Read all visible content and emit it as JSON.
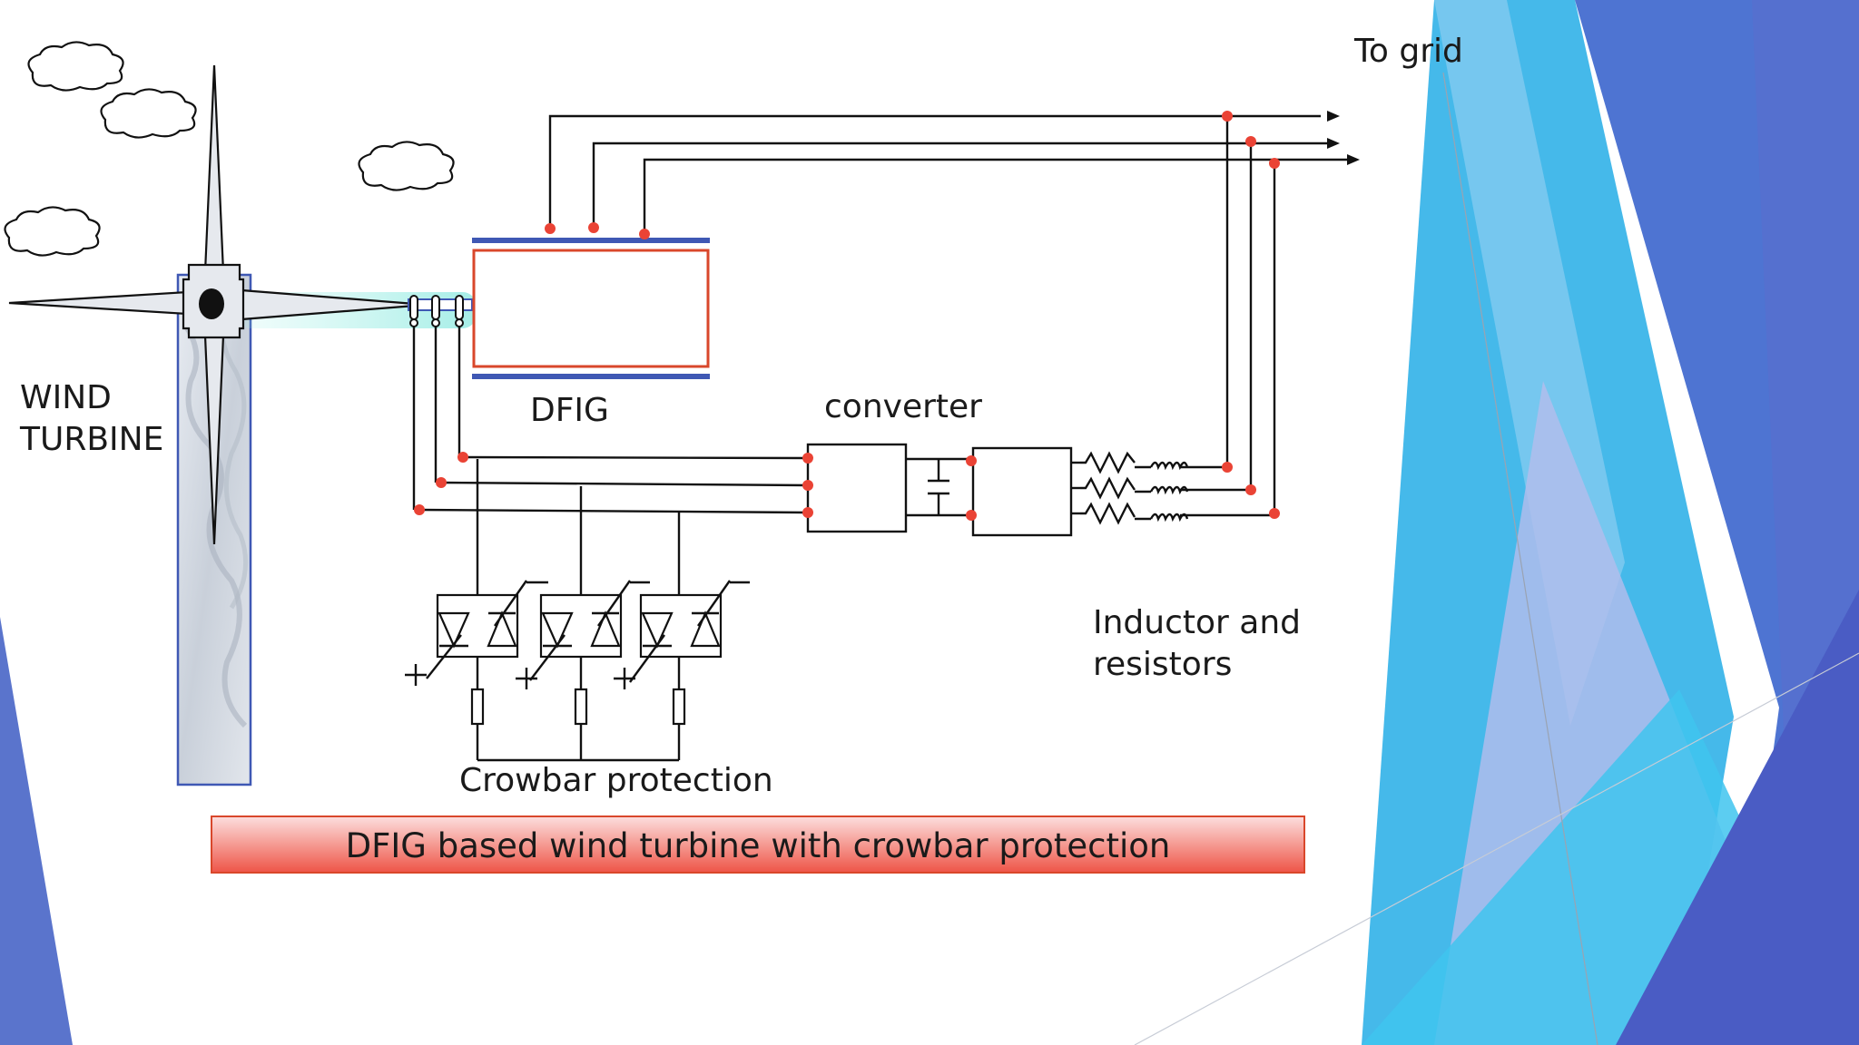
{
  "labels": {
    "to_grid": "To grid",
    "wind_turbine_line1": "WIND",
    "wind_turbine_line2": "TURBINE",
    "dfig": "DFIG",
    "converter": "converter",
    "inductor_line1": "Inductor and",
    "inductor_line2": "resistors",
    "crowbar": "Crowbar protection"
  },
  "caption": "DFIG based wind turbine with crowbar protection",
  "colors": {
    "node_dot": "#ea4335",
    "dfig_outline": "#d9472b",
    "stator_bar": "#3f58b4",
    "caption_top": "#fbdada",
    "caption_bottom": "#ef5a4c",
    "caption_border": "#d9472b",
    "accent_light_blue": "#4fc3ee",
    "accent_dark_blue": "#4a63c9"
  }
}
